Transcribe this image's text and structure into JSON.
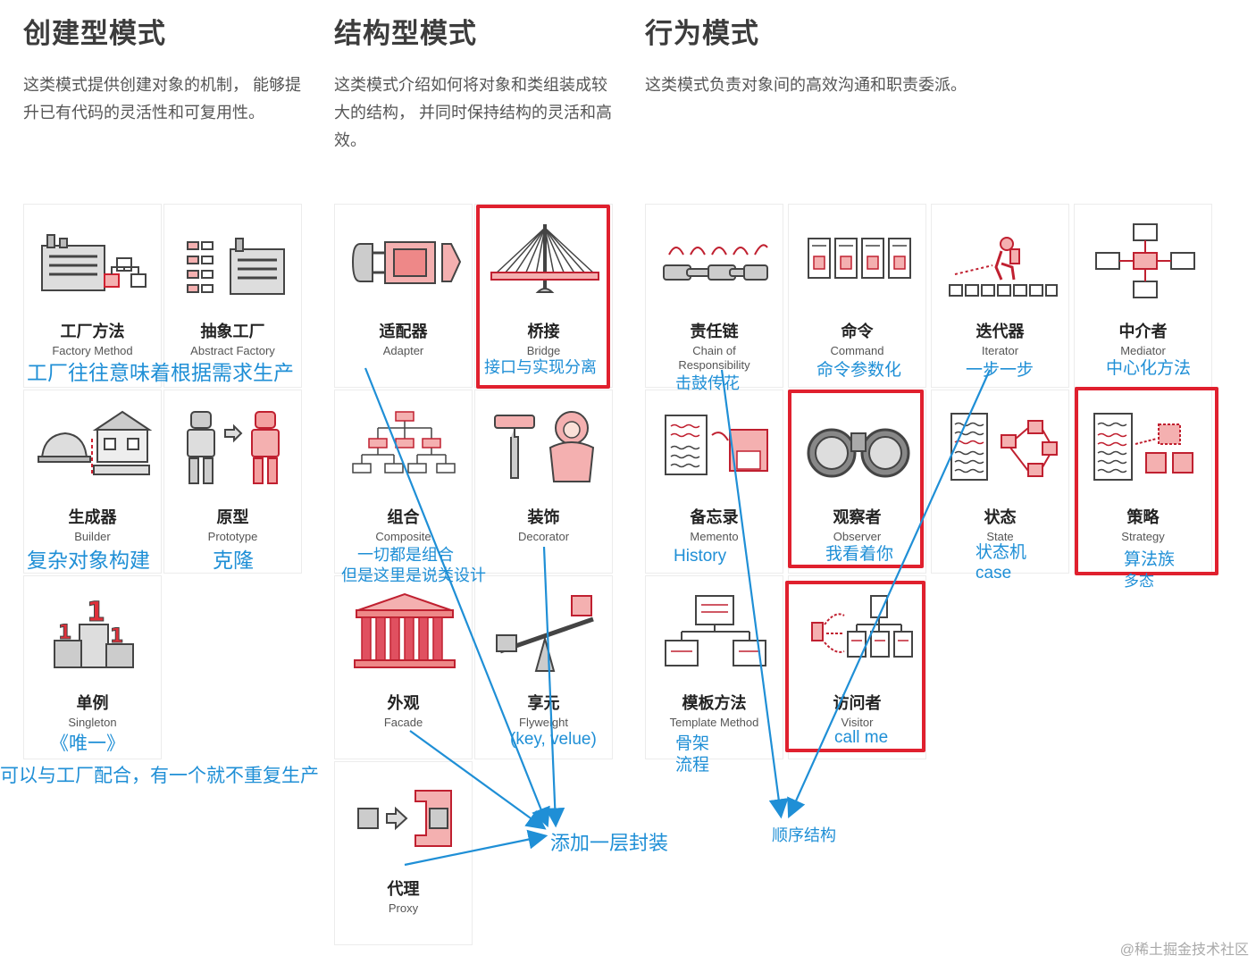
{
  "columns": {
    "creational": {
      "title": "创建型模式",
      "desc": [
        "这类模式提供创建对象的机制， 能够提",
        "升已有代码的灵活性和可复用性。"
      ]
    },
    "structural": {
      "title": "结构型模式",
      "desc": [
        "这类模式介绍如何将对象和类组装成较",
        "大的结构， 并同时保持结构的灵活和高",
        "效。"
      ]
    },
    "behavioral": {
      "title": "行为模式",
      "desc": [
        "这类模式负责对象间的高效沟通和职责委派。"
      ]
    }
  },
  "cards": {
    "factory_method": {
      "zh": "工厂方法",
      "en": "Factory Method"
    },
    "abstract_factory": {
      "zh": "抽象工厂",
      "en": "Abstract Factory"
    },
    "builder": {
      "zh": "生成器",
      "en": "Builder"
    },
    "prototype": {
      "zh": "原型",
      "en": "Prototype"
    },
    "singleton": {
      "zh": "单例",
      "en": "Singleton"
    },
    "adapter": {
      "zh": "适配器",
      "en": "Adapter"
    },
    "bridge": {
      "zh": "桥接",
      "en": "Bridge"
    },
    "composite": {
      "zh": "组合",
      "en": "Composite"
    },
    "decorator": {
      "zh": "装饰",
      "en": "Decorator"
    },
    "facade": {
      "zh": "外观",
      "en": "Facade"
    },
    "flyweight": {
      "zh": "享元",
      "en": "Flyweight"
    },
    "proxy": {
      "zh": "代理",
      "en": "Proxy"
    },
    "chain": {
      "zh": "责任链",
      "en1": "Chain of",
      "en2": "Responsibility"
    },
    "command": {
      "zh": "命令",
      "en": "Command"
    },
    "iterator": {
      "zh": "迭代器",
      "en": "Iterator"
    },
    "mediator": {
      "zh": "中介者",
      "en": "Mediator"
    },
    "memento": {
      "zh": "备忘录",
      "en": "Memento"
    },
    "observer": {
      "zh": "观察者",
      "en": "Observer"
    },
    "state": {
      "zh": "状态",
      "en": "State"
    },
    "strategy": {
      "zh": "策略",
      "en": "Strategy"
    },
    "template": {
      "zh": "模板方法",
      "en": "Template Method"
    },
    "visitor": {
      "zh": "访问者",
      "en": "Visitor"
    }
  },
  "notes": {
    "factory": "工厂往往意味着根据需求生产",
    "builder": "复杂对象构建",
    "prototype": "克隆",
    "singleton1": "《唯一》",
    "singleton2": "可以与工厂配合，有一个就不重复生产",
    "bridge": "接口与实现分离",
    "composite1": "一切都是组合",
    "composite2": "但是这里是说类设计",
    "flyweight": "(key, velue)",
    "wrap": "添加一层封装",
    "chain": "击鼓传花",
    "command": "命令参数化",
    "iterator": "一步一步",
    "mediator": "中心化方法",
    "memento": "History",
    "observer": "我看着你",
    "state1": "状态机",
    "state2": "case",
    "strategy1": "算法族",
    "strategy2": "多态",
    "template1": "骨架",
    "template2": "流程",
    "visitor": "call me",
    "sequence": "顺序结构"
  },
  "watermark": "@稀土掘金技术社区",
  "colors": {
    "accent_red": "#e0202e",
    "annotation_blue": "#1f8fd6"
  }
}
